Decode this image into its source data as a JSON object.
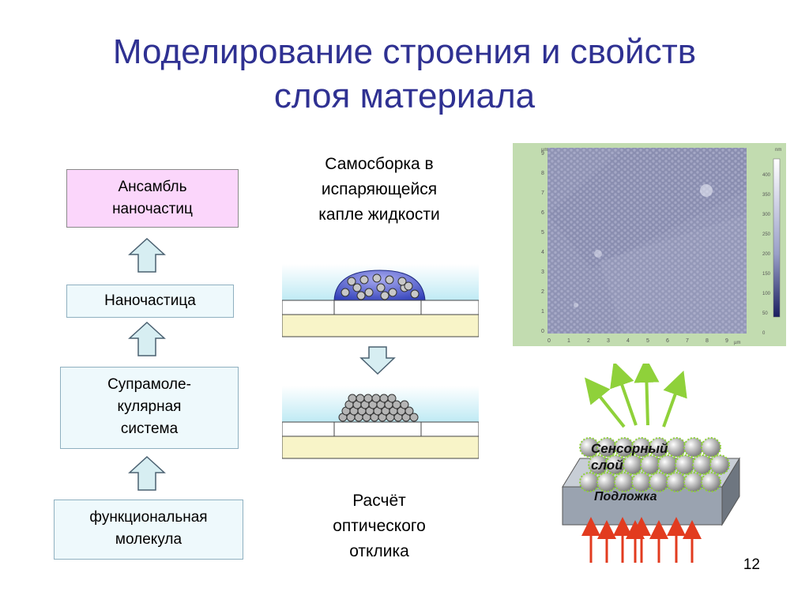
{
  "slide": {
    "title_line1": "Моделирование строения и свойств",
    "title_line2": "слоя материала",
    "page_number": "12"
  },
  "hierarchy": {
    "box1_line1": "Ансамбль",
    "box1_line2": "наночастиц",
    "box2": "Наночастица",
    "box3_line1": "Супрамоле-",
    "box3_line2": "кулярная",
    "box3_line3": "система",
    "box4_line1": "функциональная",
    "box4_line2": "молекула"
  },
  "middle": {
    "caption_top_line1": "Самосборка в",
    "caption_top_line2": "испаряющейся",
    "caption_top_line3": "капле жидкости",
    "caption_bottom_line1": "Расчёт",
    "caption_bottom_line2": "оптического",
    "caption_bottom_line3": "отклика"
  },
  "afm": {
    "unit_top": "µm",
    "unit_bottom": "µm",
    "unit_right": "nm",
    "x_ticks": [
      "0",
      "1",
      "2",
      "3",
      "4",
      "5",
      "6",
      "7",
      "8",
      "9"
    ],
    "y_ticks": [
      "0",
      "1",
      "2",
      "3",
      "4",
      "5",
      "6",
      "7",
      "8",
      "9"
    ],
    "scale_ticks": [
      "400",
      "350",
      "300",
      "250",
      "200",
      "150",
      "100",
      "50",
      "0"
    ]
  },
  "sensor": {
    "label_line1": "Сенсорный",
    "label_line2": "слой",
    "label_substrate": "Подложка"
  },
  "colors": {
    "title": "#2f3192",
    "pink_box": "#fbd6fb",
    "cyan_box": "#eef9fc",
    "arrow_fill": "#d7eef2",
    "afm_frame": "#c2dcb0",
    "afm_surface": "#8f93b4",
    "green_arrow": "#8fd13a",
    "red_arrow": "#e23b1f",
    "substrate": "#9aa3b0"
  }
}
